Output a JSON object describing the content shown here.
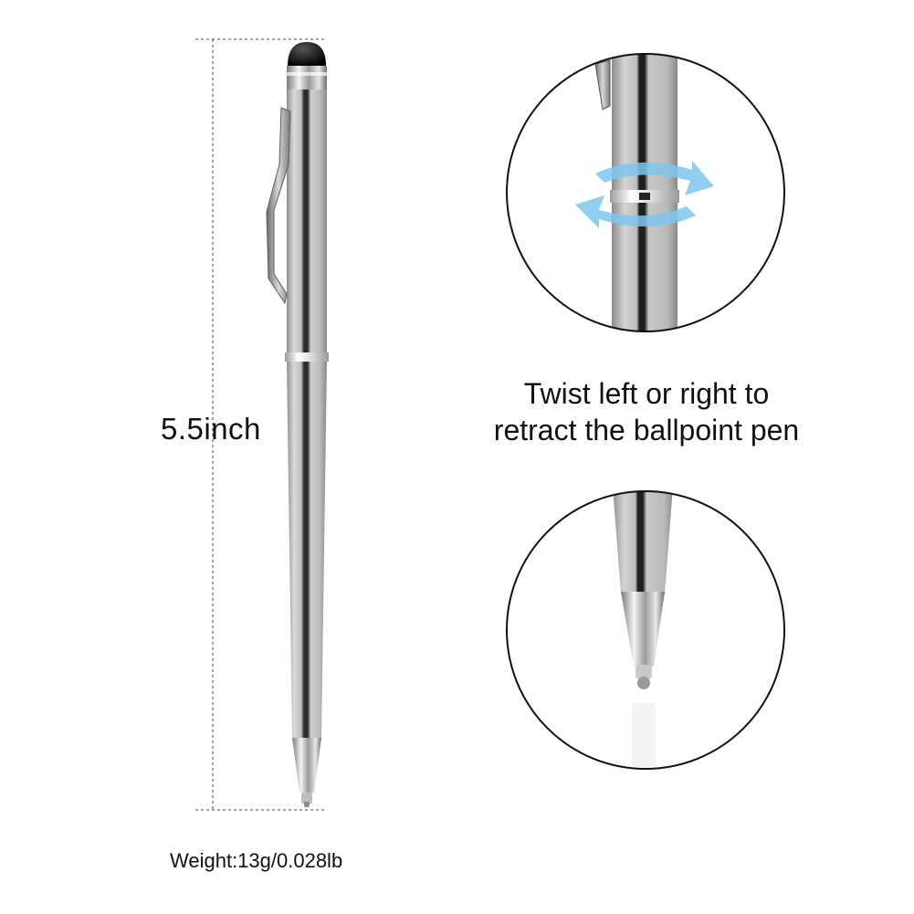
{
  "dimension": {
    "length_label": "5.5inch"
  },
  "caption": {
    "line1": "Twist left or right to",
    "line2": "retract the ballpoint pen"
  },
  "weight_label": "Weight:13g/0.028lb",
  "colors": {
    "background": "#ffffff",
    "pen_silver": "#c9c9c9",
    "pen_stripe": "#2a2a2a",
    "stylus_tip": "#111111",
    "twist_arrows": "#7fc6ee",
    "circle_outline": "#111111",
    "text": "#111111"
  },
  "icons": {
    "twist_arrows": "rotate-arrows-icon"
  }
}
